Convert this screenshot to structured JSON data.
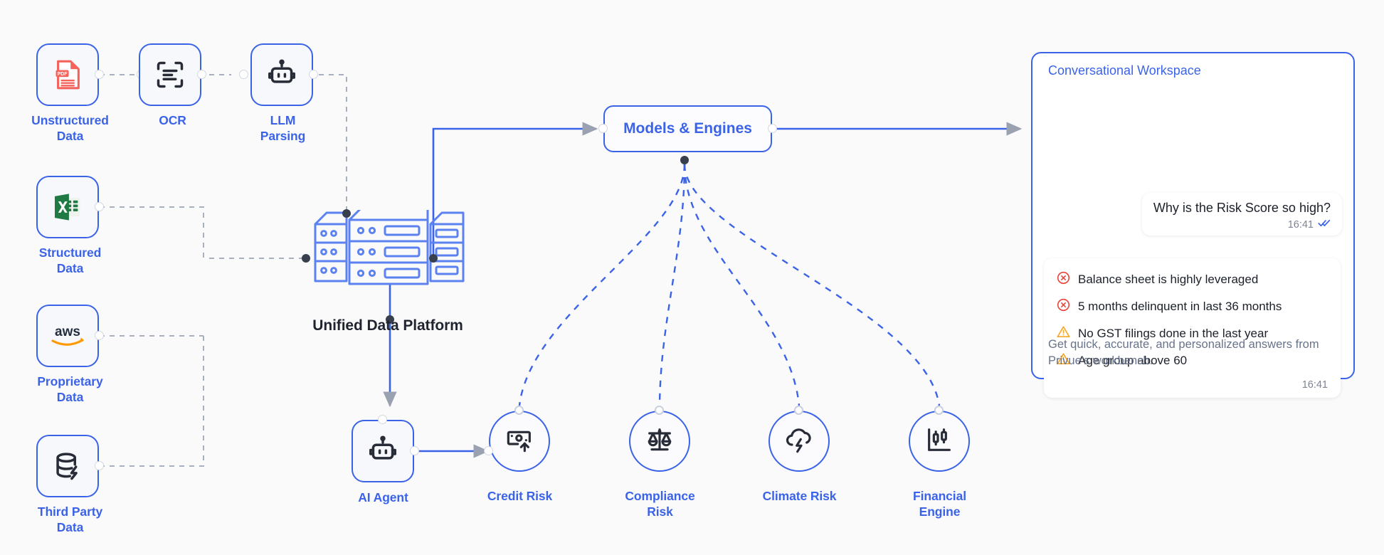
{
  "theme": {
    "accent": "#3b63e8",
    "background": "#fafafa",
    "dashed_gray": "#a8afbd",
    "danger": "#e8453c",
    "warning": "#f5a623",
    "dark_text": "#1f2430",
    "muted_text": "#68738a"
  },
  "sources": [
    {
      "id": "unstructured",
      "label": "Unstructured\nData",
      "icon": "pdf-file-icon"
    },
    {
      "id": "structured",
      "label": "Structured\nData",
      "icon": "excel-spreadsheet-icon"
    },
    {
      "id": "proprietary",
      "label": "Proprietary\nData",
      "icon": "aws-logo-icon"
    },
    {
      "id": "thirdparty",
      "label": "Third Party\nData",
      "icon": "database-bolt-icon"
    }
  ],
  "pipeline": [
    {
      "id": "ocr",
      "label": "OCR",
      "icon": "scan-text-icon"
    },
    {
      "id": "llm_parsing",
      "label": "LLM\nParsing",
      "icon": "robot-icon"
    }
  ],
  "platform": {
    "id": "unified_data_platform",
    "label": "Unified Data Platform",
    "icon": "server-rack-icon"
  },
  "models_engines": {
    "id": "models_engines",
    "label": "Models & Engines"
  },
  "agent": {
    "id": "ai_agent",
    "label": "AI Agent",
    "icon": "robot-icon"
  },
  "engines": [
    {
      "id": "credit_risk",
      "label": "Credit Risk",
      "icon": "banknote-up-icon"
    },
    {
      "id": "compliance_risk",
      "label": "Compliance\nRisk",
      "icon": "scales-balance-icon"
    },
    {
      "id": "climate_risk",
      "label": "Climate Risk",
      "icon": "cloud-lightning-icon"
    },
    {
      "id": "financial_engine",
      "label": "Financial\nEngine",
      "icon": "candlestick-chart-icon"
    }
  ],
  "workspace": {
    "title": "Conversational Workspace",
    "user_message": {
      "text": "Why is the Risk Score so high?",
      "time": "16:41",
      "status_icon": "double-check-icon"
    },
    "bot_message": {
      "time": "16:41",
      "findings": [
        {
          "severity": "error",
          "icon": "circle-x-icon",
          "text": "Balance sheet is highly leveraged"
        },
        {
          "severity": "error",
          "icon": "circle-x-icon",
          "text": "5 months delinquent in last 36 months"
        },
        {
          "severity": "warning",
          "icon": "warning-triangle-icon",
          "text": "No GST filings done in the last year"
        },
        {
          "severity": "warning",
          "icon": "warning-triangle-icon",
          "text": "Age group above 60"
        }
      ]
    },
    "footer": "Get quick, accurate, and personalized answers from Privue's workbench."
  }
}
